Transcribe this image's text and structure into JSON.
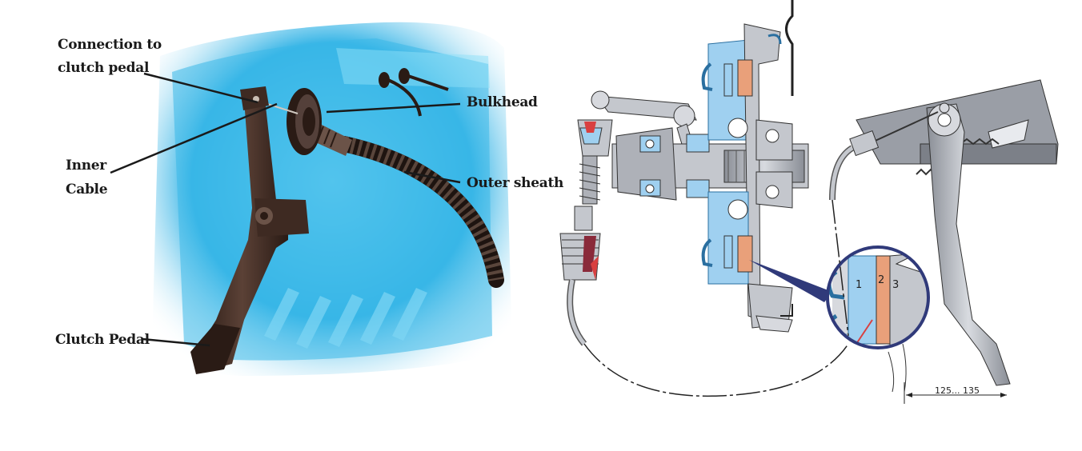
{
  "labels": {
    "connection_line1": "Connection to",
    "connection_line2": "clutch pedal",
    "bulkhead": "Bulkhead",
    "inner_line1": "Inner",
    "inner_line2": "Cable",
    "outer_sheath": "Outer sheath",
    "clutch_pedal": "Clutch Pedal"
  },
  "detail": {
    "part1": "1",
    "part2": "2",
    "part3": "3"
  },
  "dimension": "125... 135",
  "colors": {
    "background_blue": "#3ab8e8",
    "pedal_brown": "#3e2a22",
    "leader": "#1a1a1a",
    "section_blue": "#9fd0f0",
    "friction_orange": "#e9a07a",
    "circle_outline": "#303a7a",
    "steel_gray": "#b8bcc4"
  }
}
